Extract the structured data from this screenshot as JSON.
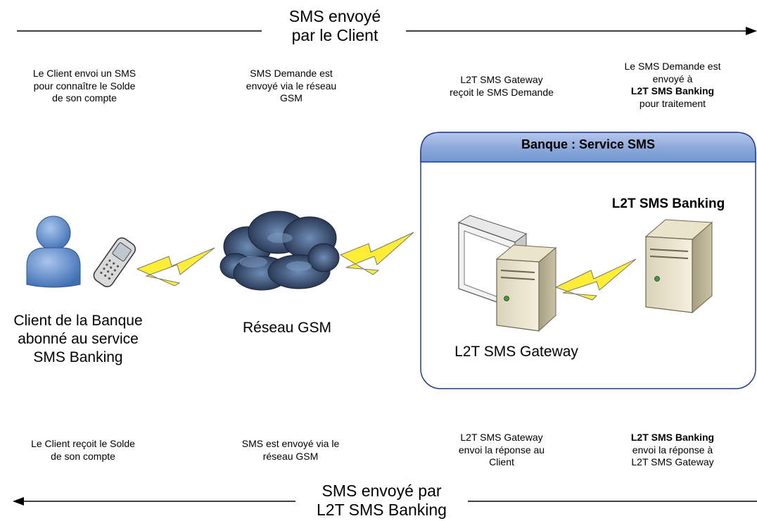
{
  "top_flow": {
    "line1": "SMS envoyé",
    "line2": "par le Client"
  },
  "bottom_flow": {
    "line1": "SMS envoyé par",
    "line2": "L2T SMS Banking"
  },
  "steps_top": [
    {
      "lines": [
        "Le Client envoi un SMS",
        "pour connaître le Solde",
        "de son compte"
      ]
    },
    {
      "lines": [
        "SMS Demande est",
        "envoyé via le réseau",
        "GSM"
      ]
    },
    {
      "lines": [
        "L2T SMS Gateway",
        "reçoit le SMS Demande"
      ]
    },
    {
      "lines": [
        "Le SMS Demande est",
        "envoyé à"
      ],
      "bold": "L2T SMS Banking",
      "after": "pour traitement"
    }
  ],
  "steps_bottom": [
    {
      "lines": [
        "Le Client reçoit le Solde",
        "de son compte"
      ]
    },
    {
      "lines": [
        "SMS est envoyé via le",
        "réseau GSM"
      ]
    },
    {
      "lines": [
        "L2T SMS Gateway",
        "envoi la réponse au",
        "Client"
      ]
    },
    {
      "bold": "L2T SMS Banking",
      "lines": [
        "envoi la réponse à",
        "L2T SMS Gateway"
      ]
    }
  ],
  "nodes": {
    "client": {
      "line1": "Client de la Banque",
      "line2": "abonné au service",
      "line3": "SMS Banking"
    },
    "network": {
      "label": "Réseau GSM"
    },
    "gateway": {
      "label": "L2T SMS Gateway"
    },
    "banking": {
      "label": "L2T SMS Banking"
    }
  },
  "panel": {
    "title": "Banque : Service SMS"
  },
  "colors": {
    "panel_border": "#1f3a93",
    "panel_header": "#8eaadb",
    "lightning": "#ffee33",
    "person": "#4f81bd"
  }
}
